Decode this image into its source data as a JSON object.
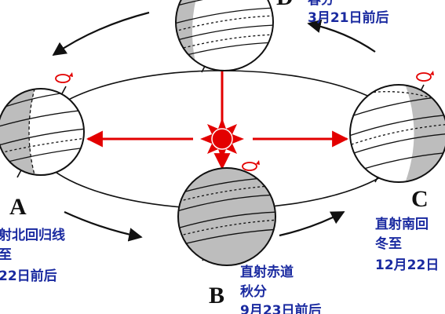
{
  "positions": {
    "A": {
      "letter": "A",
      "lines": [
        "射北回归线",
        "至",
        "22日前后"
      ]
    },
    "B": {
      "letter": "B",
      "lines": [
        "直射赤道",
        "秋分",
        "9月23日前后"
      ]
    },
    "C": {
      "letter": "C",
      "lines": [
        "直射南回",
        "冬至",
        "12月22日"
      ]
    },
    "D": {
      "letter": "D",
      "lines": [
        "春分",
        "3月21日前后"
      ]
    }
  },
  "colors": {
    "arrow": "#e30000",
    "sun": "#e30000",
    "night_shade": "#bdbdbd",
    "caption": "#1a2aa0"
  },
  "icons": [
    "sun-icon",
    "rotation-arrow-icon"
  ]
}
